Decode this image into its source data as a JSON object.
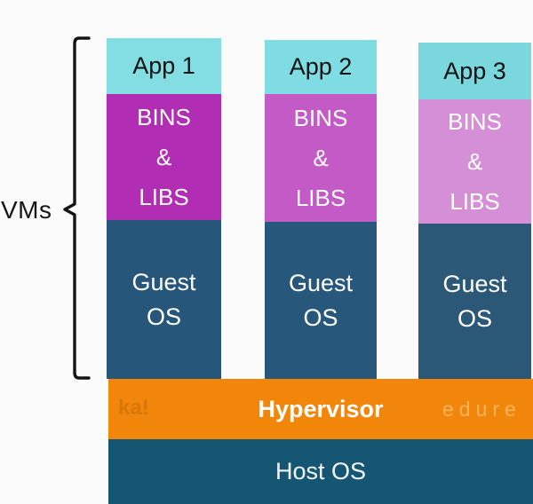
{
  "vms_group": {
    "label": "VMs"
  },
  "columns": [
    {
      "app_label": "App 1",
      "bins_lines": [
        "BINS",
        "&",
        "LIBS"
      ],
      "os_lines": [
        "Guest",
        "OS"
      ],
      "app_color": "#82dee3",
      "bins_color": "#b12db3",
      "os_color": "#26567a"
    },
    {
      "app_label": "App 2",
      "bins_lines": [
        "BINS",
        "&",
        "LIBS"
      ],
      "os_lines": [
        "Guest",
        "OS"
      ],
      "app_color": "#7edce2",
      "bins_color": "#c45ac6",
      "os_color": "#27587b"
    },
    {
      "app_label": "App 3",
      "bins_lines": [
        "BINS",
        "&",
        "LIBS"
      ],
      "os_lines": [
        "Guest",
        "OS"
      ],
      "app_color": "#79d7dd",
      "bins_color": "#d48fd6",
      "os_color": "#2c5877"
    }
  ],
  "hypervisor": {
    "label": "Hypervisor",
    "color": "#f1860a",
    "watermark_left": "ka!",
    "watermark_right": "edure"
  },
  "host_os": {
    "label": "Host OS",
    "color": "#155773"
  },
  "bracket_color": "#141414"
}
